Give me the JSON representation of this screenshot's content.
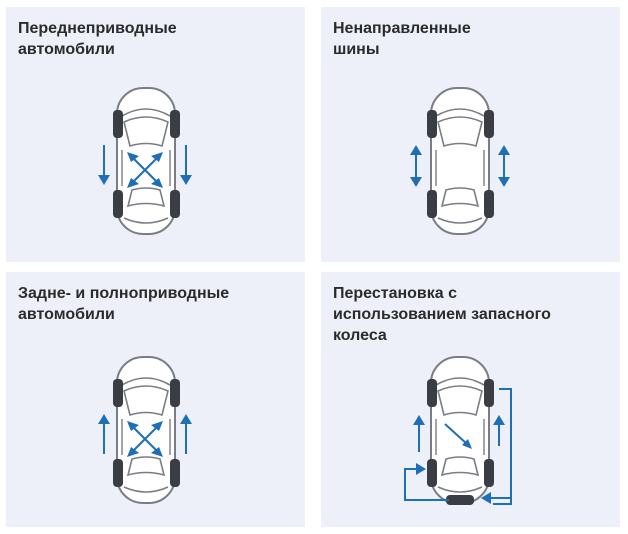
{
  "panels": [
    {
      "title_lines": [
        "Переднеприводные",
        "автомобили"
      ]
    },
    {
      "title_lines": [
        "Ненаправленные",
        "шины"
      ]
    },
    {
      "title_lines": [
        "Задне- и полноприводные",
        "автомобили"
      ]
    },
    {
      "title_lines": [
        "Перестановка с",
        "использованием запасного",
        "колеса"
      ]
    }
  ],
  "colors": {
    "panel_bg": "#eef0f9",
    "arrow": "#1f6fb5",
    "tire": "#3a3d44",
    "car_outline": "#7a7d85",
    "car_fill": "#ffffff"
  }
}
